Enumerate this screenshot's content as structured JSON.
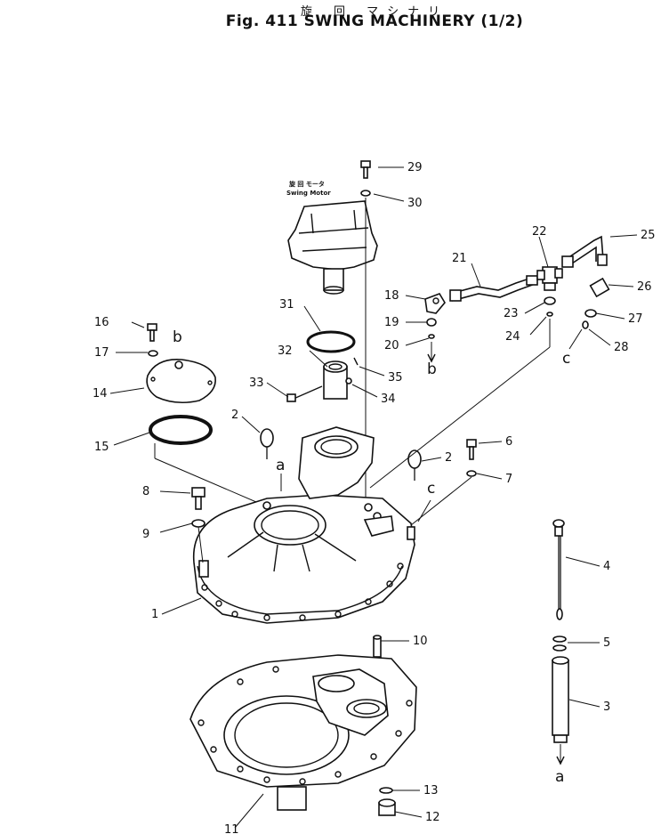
{
  "header": {
    "jp_title": "旋 回 マシナリ",
    "en_title": "Fig. 411 SWING MACHINERY (1/2)"
  },
  "swing_motor_label": {
    "jp": "旋 回 モータ",
    "en": "Swing Motor"
  },
  "callouts": {
    "p1": "1",
    "p2a": "2",
    "p2b": "2",
    "p3": "3",
    "p4": "4",
    "p5": "5",
    "p6": "6",
    "p7": "7",
    "p8": "8",
    "p9": "9",
    "p10": "10",
    "p11": "11",
    "p12": "12",
    "p13": "13",
    "p14": "14",
    "p15": "15",
    "p16": "16",
    "p17": "17",
    "p18": "18",
    "p19": "19",
    "p20": "20",
    "p21": "21",
    "p22": "22",
    "p23": "23",
    "p24": "24",
    "p25": "25",
    "p26": "26",
    "p27": "27",
    "p28": "28",
    "p29": "29",
    "p30": "30",
    "p31": "31",
    "p32": "32",
    "p33": "33",
    "p34": "34",
    "p35": "35"
  },
  "connectors": {
    "a_top": "a",
    "a_bottom": "a",
    "b_top": "b",
    "b_bottom": "b",
    "c_left": "c",
    "c_right": "c"
  }
}
